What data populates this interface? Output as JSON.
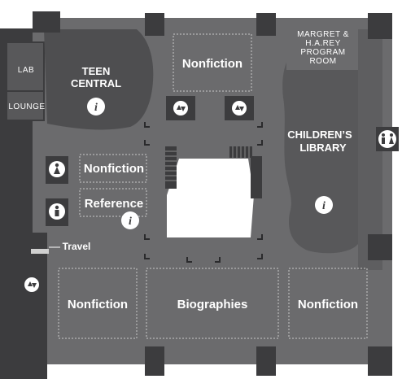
{
  "map": {
    "rooms": {
      "lab": "LAB",
      "lounge": "LOUNGE",
      "teen_central_line1": "TEEN",
      "teen_central_line2": "CENTRAL",
      "nonfiction_top": "Nonfiction",
      "childrens_line1": "CHILDREN’S",
      "childrens_line2": "LIBRARY",
      "margret_line1": "MARGRET &",
      "margret_line2": "H.A.REY",
      "margret_line3": "PROGRAM",
      "margret_line4": "ROOM",
      "nonfiction_left": "Nonfiction",
      "reference": "Reference",
      "travel": "Travel",
      "nonfiction_bottom_left": "Nonfiction",
      "biographies": "Biographies",
      "nonfiction_bottom_right": "Nonfiction"
    },
    "icons": {
      "info": "i"
    },
    "colors": {
      "floor": "#6b6b6d",
      "teen_area": "#4e4e50",
      "dark_wall": "#3c3c3e",
      "childrens_area": "#58585a",
      "atrium": "#ffffff"
    }
  }
}
